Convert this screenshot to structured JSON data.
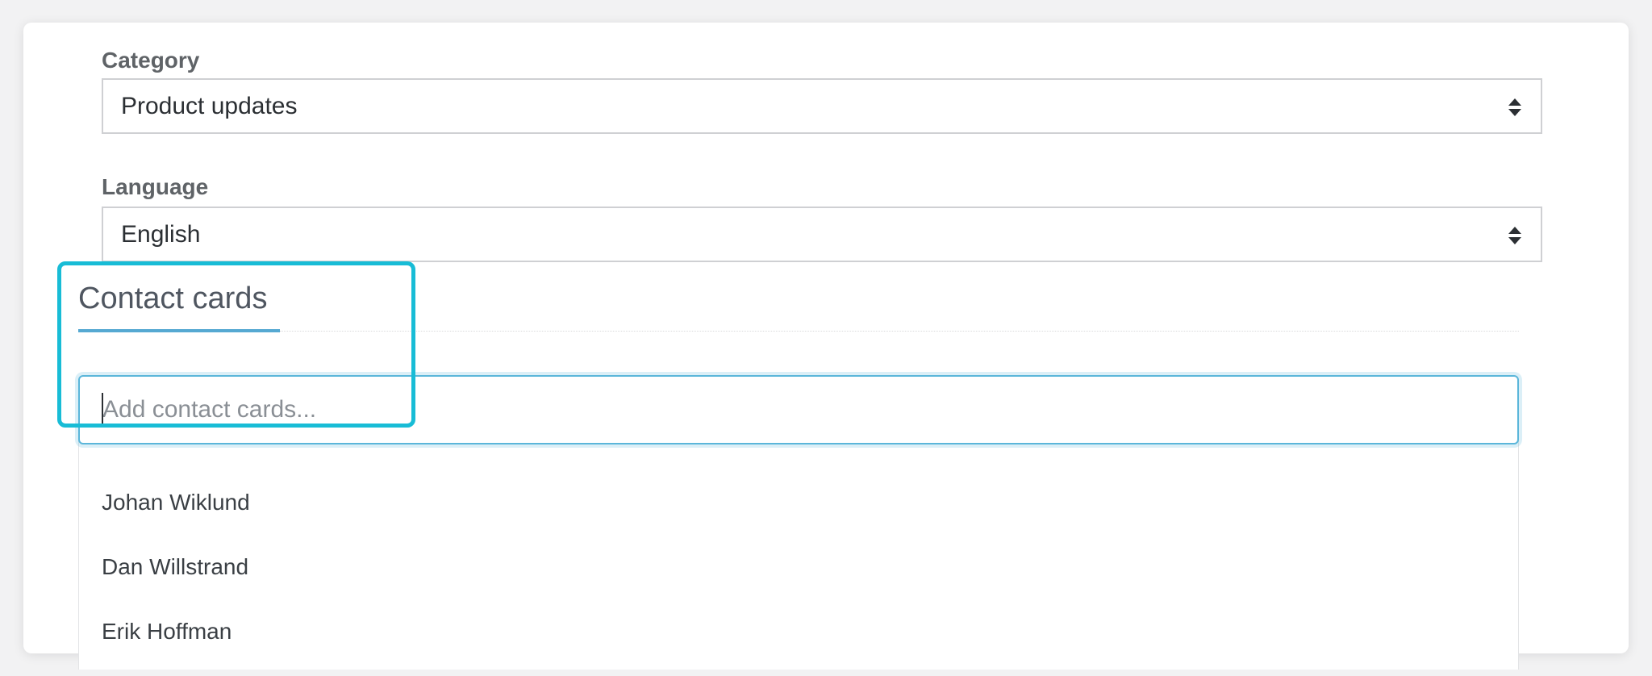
{
  "form": {
    "category": {
      "label": "Category",
      "value": "Product updates",
      "icon": "sort-arrows-icon"
    },
    "language": {
      "label": "Language",
      "value": "English",
      "icon": "sort-arrows-icon"
    }
  },
  "contact_cards": {
    "title": "Contact cards",
    "search": {
      "placeholder": "Add contact cards...",
      "value": ""
    },
    "options": [
      {
        "label": "Johan Wiklund"
      },
      {
        "label": "Dan Willstrand"
      },
      {
        "label": "Erik Hoffman"
      }
    ]
  },
  "colors": {
    "accent": "#56a9d2",
    "highlight": "#18bcd6",
    "label": "#5f6367",
    "text": "#2b2f33"
  }
}
